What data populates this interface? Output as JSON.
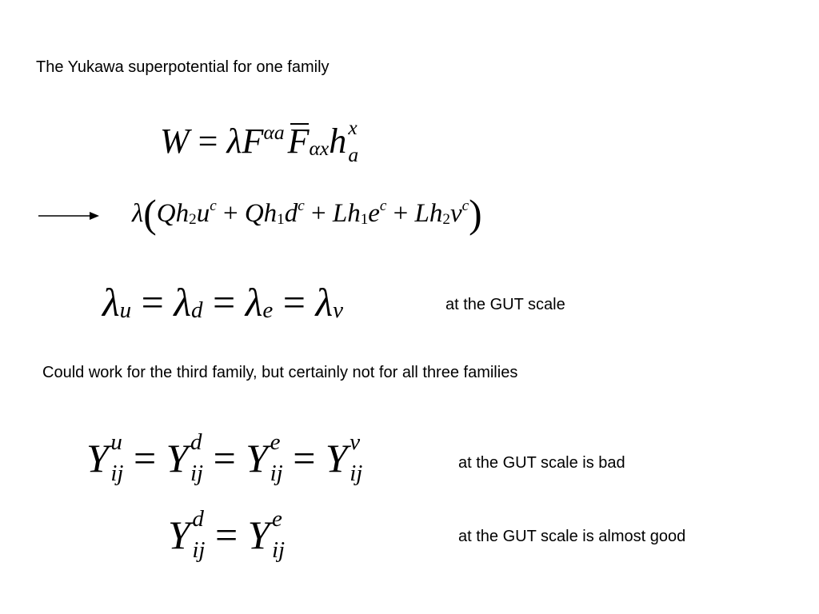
{
  "texts": {
    "t1": "The Yukawa superpotential for one family",
    "t2": "at the GUT scale",
    "t3": "Could work for the third family, but certainly not for all three families",
    "t4": "at the GUT scale is bad",
    "t5": "at the GUT scale is almost good"
  },
  "eq1": {
    "W": "W",
    "eq": "=",
    "lam": "λ",
    "F": "F",
    "Fsup": "αa",
    "Fbar": "F",
    "Fbarsub": "αx",
    "h": "h",
    "hsup": "x",
    "hsub": "a"
  },
  "eq2": {
    "lam": "λ",
    "lp": "(",
    "rp": ")",
    "plus": "+",
    "Q1": "Q",
    "h2a": "h",
    "s2a": "2",
    "u": "u",
    "uc": "c",
    "Q2": "Q",
    "h1a": "h",
    "s1a": "1",
    "d": "d",
    "dc": "c",
    "L1": "L",
    "h1b": "h",
    "s1b": "1",
    "e": "e",
    "ec": "c",
    "L2": "L",
    "h2b": "h",
    "s2b": "2",
    "nu": "ν",
    "nuc": "c"
  },
  "eq3": {
    "lam": "λ",
    "eq": "=",
    "su": "u",
    "sd": "d",
    "se": "e",
    "snu": "ν"
  },
  "eq4": {
    "Y": "Y",
    "eq": "=",
    "ij": "ij",
    "u": "u",
    "d": "d",
    "e": "e",
    "nu": "ν"
  },
  "eq5": {
    "Y": "Y",
    "eq": "=",
    "ij": "ij",
    "d": "d",
    "e": "e"
  }
}
